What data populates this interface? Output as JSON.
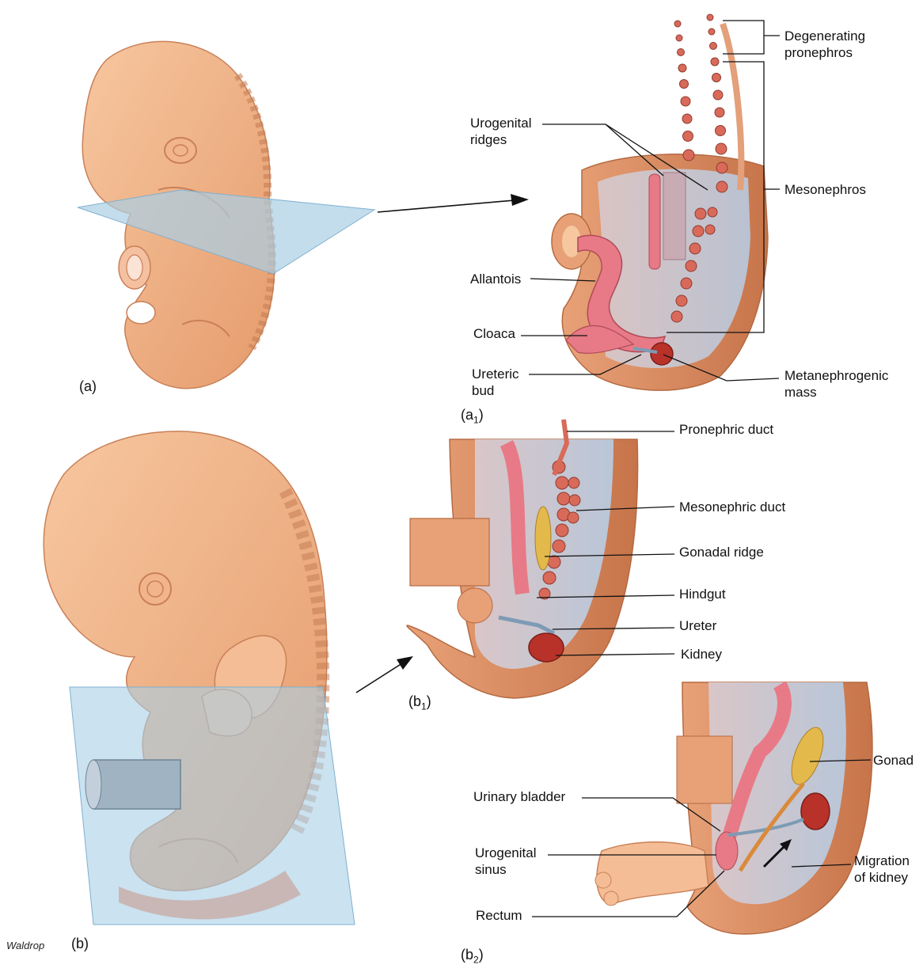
{
  "panels": {
    "a": "(a)",
    "a1": "(a",
    "a1_sub": "1",
    "b": "(b)",
    "b1": "(b",
    "b1_sub": "1",
    "b2": "(b",
    "b2_sub": "2",
    "close": ")"
  },
  "credit": "Waldrop",
  "labels_a1": {
    "degenerating_pronephros": "Degenerating\npronephros",
    "urogenital_ridges": "Urogenital\nridges",
    "mesonephros": "Mesonephros",
    "allantois": "Allantois",
    "cloaca": "Cloaca",
    "ureteric_bud": "Ureteric\nbud",
    "metanephrogenic_mass": "Metanephrogenic\nmass"
  },
  "labels_b1": {
    "pronephric_duct": "Pronephric duct",
    "mesonephric_duct": "Mesonephric duct",
    "gonadal_ridge": "Gonadal ridge",
    "hindgut": "Hindgut",
    "ureter": "Ureter",
    "kidney": "Kidney"
  },
  "labels_b2": {
    "gonad": "Gonad",
    "urinary_bladder": "Urinary bladder",
    "urogenital_sinus": "Urogenital\nsinus",
    "migration_of_kidney": "Migration\nof kidney",
    "rectum": "Rectum"
  },
  "colors": {
    "skin": "#f2b48a",
    "skin_dark": "#d98a5c",
    "plane_blue": "#a9cfe6",
    "kidney_red": "#b8322a",
    "duct_pink": "#e77a86",
    "gonad_yellow": "#e3b94b"
  }
}
